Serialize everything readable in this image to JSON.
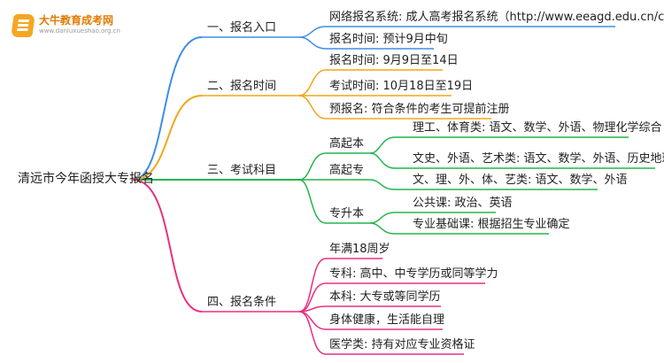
{
  "logo": {
    "name": "大牛教育成考网",
    "url": "www.daniuxueshao.org.cn"
  },
  "colors": {
    "blue": "#3d8ee6",
    "orange": "#f2a619",
    "green": "#22b54b",
    "pink": "#e8307f"
  },
  "root": "清远市今年函授大专报名",
  "branches": [
    {
      "label": "一、报名入口",
      "items": [
        "网络报名系统: 成人高考报名系统（http://www.eeagd.edu.cn/cr）",
        "报名时间: 预计9月中旬"
      ]
    },
    {
      "label": "二、报名时间",
      "items": [
        "报名时间: 9月9日至14日",
        "考试时间: 10月18日至19日",
        "预报名: 符合条件的考生可提前注册"
      ]
    },
    {
      "label": "三、考试科目",
      "groups": [
        {
          "label": "高起本",
          "items": [
            "理工、体育类: 语文、数学、外语、物理化学综合",
            "文史、外语、艺术类: 语文、数学、外语、历史地理综合"
          ]
        },
        {
          "label": "高起专",
          "items": [
            "文、理、外、体、艺类: 语文、数学、外语"
          ]
        },
        {
          "label": "专升本",
          "items": [
            "公共课: 政治、英语",
            "专业基础课: 根据招生专业确定"
          ]
        }
      ]
    },
    {
      "label": "四、报名条件",
      "items": [
        "年满18周岁",
        "专科: 高中、中专学历或同等学力",
        "本科: 大专或等同学历",
        "身体健康，生活能自理",
        "医学类: 持有对应专业资格证"
      ]
    }
  ]
}
